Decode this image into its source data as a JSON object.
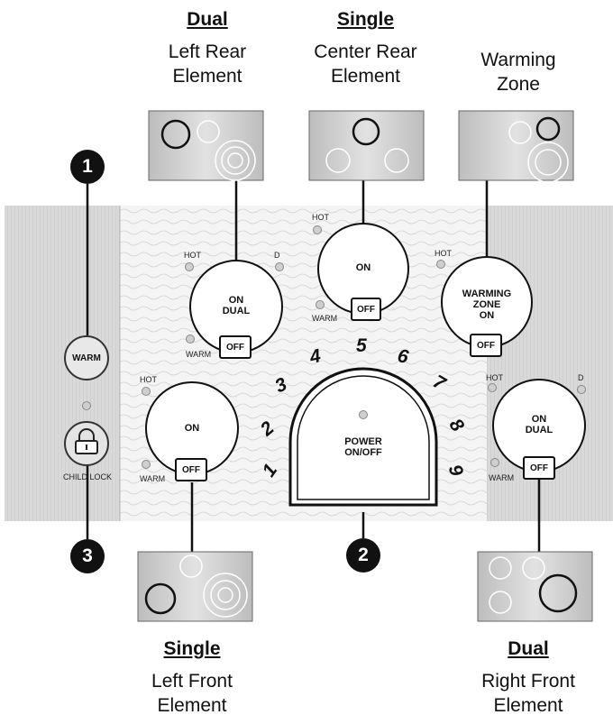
{
  "labels": {
    "left_rear": {
      "title": "Dual",
      "line1": "Left Rear",
      "line2": "Element"
    },
    "center_rear": {
      "title": "Single",
      "line1": "Center Rear",
      "line2": "Element"
    },
    "warming": {
      "line1": "Warming",
      "line2": "Zone"
    },
    "left_front": {
      "title": "Single",
      "line1": "Left Front",
      "line2": "Element"
    },
    "right_front": {
      "title": "Dual",
      "line1": "Right Front",
      "line2": "Element"
    }
  },
  "callouts": {
    "one": "1",
    "two": "2",
    "three": "3"
  },
  "controls": {
    "warm_button": "WARM",
    "child_lock": "CHILD LOCK",
    "hot": "HOT",
    "warm": "WARM",
    "off": "OFF",
    "d": "D",
    "on": "ON",
    "dual": "DUAL",
    "warming_zone_l1": "WARMING",
    "warming_zone_l2": "ZONE",
    "warming_zone_l3": "ON",
    "power_l1": "POWER",
    "power_l2": "ON/OFF"
  },
  "dial_numbers": [
    "1",
    "2",
    "3",
    "4",
    "5",
    "6",
    "7",
    "8",
    "9"
  ]
}
